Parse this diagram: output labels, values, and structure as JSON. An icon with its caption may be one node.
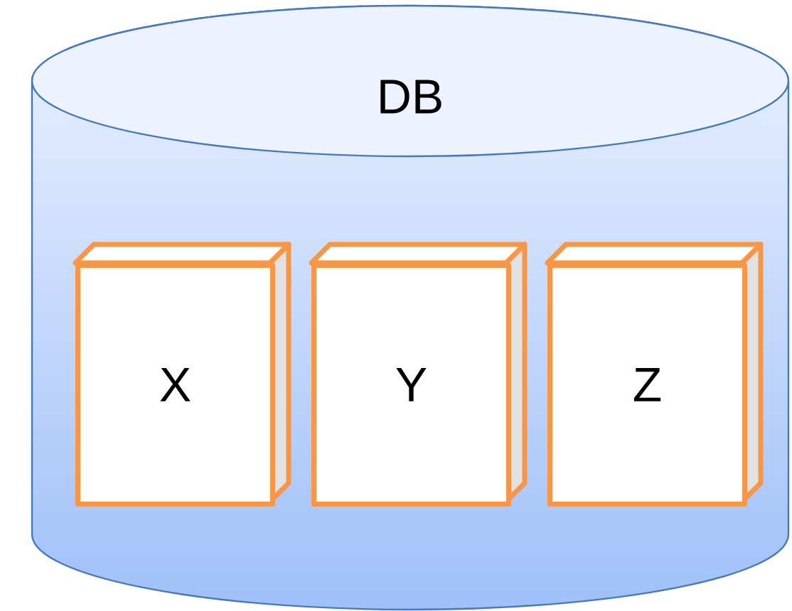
{
  "diagram": {
    "nodes": [
      {
        "text": [
          "DB"
        ]
      },
      {
        "text": [
          "X"
        ],
        "in": 0
      },
      {
        "text": [
          "Y"
        ],
        "in": 0
      },
      {
        "text": [
          "Z"
        ],
        "in": 0
      }
    ]
  }
}
